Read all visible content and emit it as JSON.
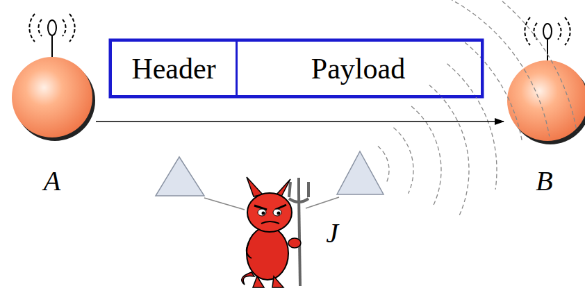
{
  "diagram": {
    "nodes": [
      {
        "text": [
          "A"
        ]
      },
      {
        "text": [
          "Header"
        ]
      },
      {
        "text": [
          "Payload"
        ]
      },
      {
        "text": [
          "B"
        ]
      },
      {
        "text": [
          "J"
        ]
      }
    ],
    "edges": [
      {
        "from": 0,
        "to": 3,
        "arrow": "to"
      }
    ]
  }
}
